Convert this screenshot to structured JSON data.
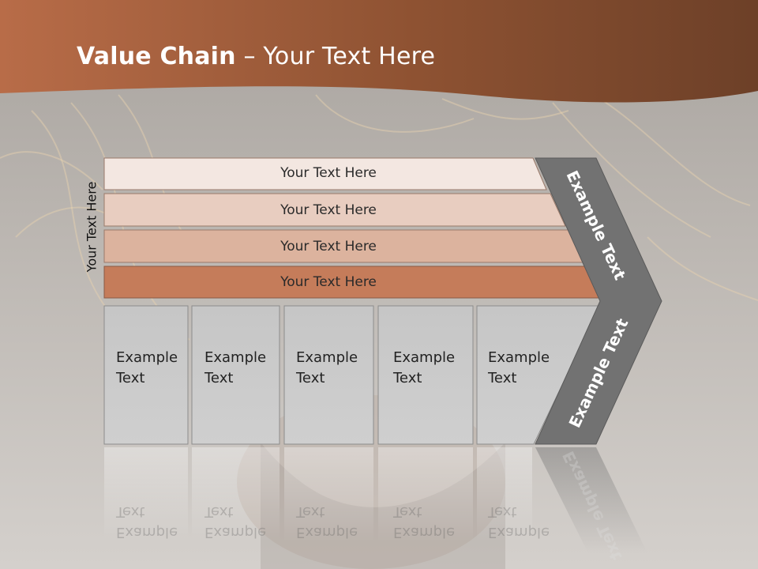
{
  "slide": {
    "title_main": "Value Chain",
    "title_rest": " – Your Text Here",
    "side_label": "Your Text Here",
    "rows": [
      {
        "label": "Your Text Here"
      },
      {
        "label": "Your Text Here"
      },
      {
        "label": "Your Text Here"
      },
      {
        "label": "Your Text Here"
      }
    ],
    "boxes": [
      {
        "line1": "Example",
        "line2": "Text"
      },
      {
        "line1": "Example",
        "line2": "Text"
      },
      {
        "line1": "Example",
        "line2": "Text"
      },
      {
        "line1": "Example",
        "line2": "Text"
      },
      {
        "line1": "Example",
        "line2": "Text"
      }
    ],
    "arrow_upper_label": "Example Text",
    "arrow_lower_label": "Example Text"
  },
  "colors": {
    "header_light": "#b86c48",
    "header_dark": "#6d4028",
    "row1": "#f3e7e1",
    "row2": "#e8cdc0",
    "row3": "#dcb39e",
    "row4": "#c57c5a",
    "box_fill": "#c8c8c8",
    "arrow_fill": "#727272",
    "background": "#c9c5c0"
  }
}
